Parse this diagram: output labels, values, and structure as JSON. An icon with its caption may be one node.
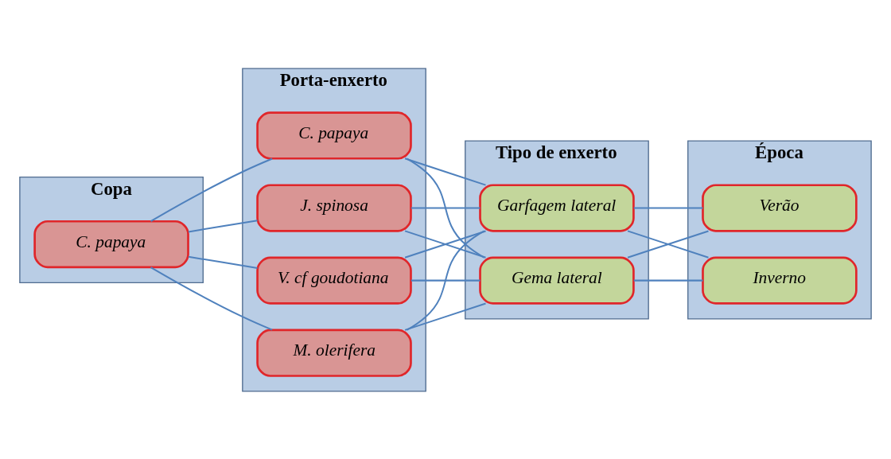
{
  "diagram": {
    "nodes": [
      {
        "text": [
          "Copa"
        ]
      },
      {
        "text": [
          "C. papaya"
        ],
        "in": 0
      },
      {
        "text": [
          "Porta-enxerto"
        ]
      },
      {
        "text": [
          "C. papaya"
        ],
        "in": 2
      },
      {
        "text": [
          "J. spinosa"
        ],
        "in": 2
      },
      {
        "text": [
          "V. cf goudotiana"
        ],
        "in": 2
      },
      {
        "text": [
          "M. olerifera"
        ],
        "in": 2
      },
      {
        "text": [
          "Tipo de enxerto"
        ]
      },
      {
        "text": [
          "Garfagem lateral"
        ],
        "in": 7
      },
      {
        "text": [
          "Gema lateral"
        ],
        "in": 7
      },
      {
        "text": [
          "Época"
        ]
      },
      {
        "text": [
          "Verão"
        ],
        "in": 10
      },
      {
        "text": [
          "Inverno"
        ],
        "in": 10
      }
    ],
    "edges": [
      {
        "from": 1,
        "to": 3,
        "arrow": "none"
      },
      {
        "from": 1,
        "to": 4,
        "arrow": "none"
      },
      {
        "from": 1,
        "to": 5,
        "arrow": "none"
      },
      {
        "from": 1,
        "to": 6,
        "arrow": "none"
      },
      {
        "from": 3,
        "to": 8,
        "arrow": "none"
      },
      {
        "from": 3,
        "to": 9,
        "arrow": "none"
      },
      {
        "from": 4,
        "to": 8,
        "arrow": "none"
      },
      {
        "from": 4,
        "to": 9,
        "arrow": "none"
      },
      {
        "from": 5,
        "to": 8,
        "arrow": "none"
      },
      {
        "from": 5,
        "to": 9,
        "arrow": "none"
      },
      {
        "from": 6,
        "to": 8,
        "arrow": "none"
      },
      {
        "from": 6,
        "to": 9,
        "arrow": "none"
      },
      {
        "from": 8,
        "to": 11,
        "arrow": "none"
      },
      {
        "from": 8,
        "to": 12,
        "arrow": "none"
      },
      {
        "from": 9,
        "to": 11,
        "arrow": "none"
      },
      {
        "from": 9,
        "to": 12,
        "arrow": "none"
      }
    ]
  }
}
